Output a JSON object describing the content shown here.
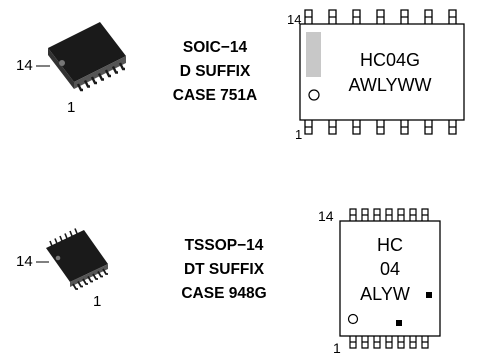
{
  "packages": [
    {
      "name_line1": "SOIC−14",
      "name_line2": "D SUFFIX",
      "name_line3": "CASE 751A",
      "photo_pin_high": "14",
      "photo_pin_low": "1",
      "marking_pin_high": "14",
      "marking_pin_low": "1",
      "marking_line1": "HC04G",
      "marking_line2": "AWLYWW"
    },
    {
      "name_line1": "TSSOP−14",
      "name_line2": "DT SUFFIX",
      "name_line3": "CASE 948G",
      "photo_pin_high": "14",
      "photo_pin_low": "1",
      "marking_pin_high": "14",
      "marking_pin_low": "1",
      "marking_line1": "HC",
      "marking_line2": "04",
      "marking_line3": "ALYW"
    }
  ]
}
